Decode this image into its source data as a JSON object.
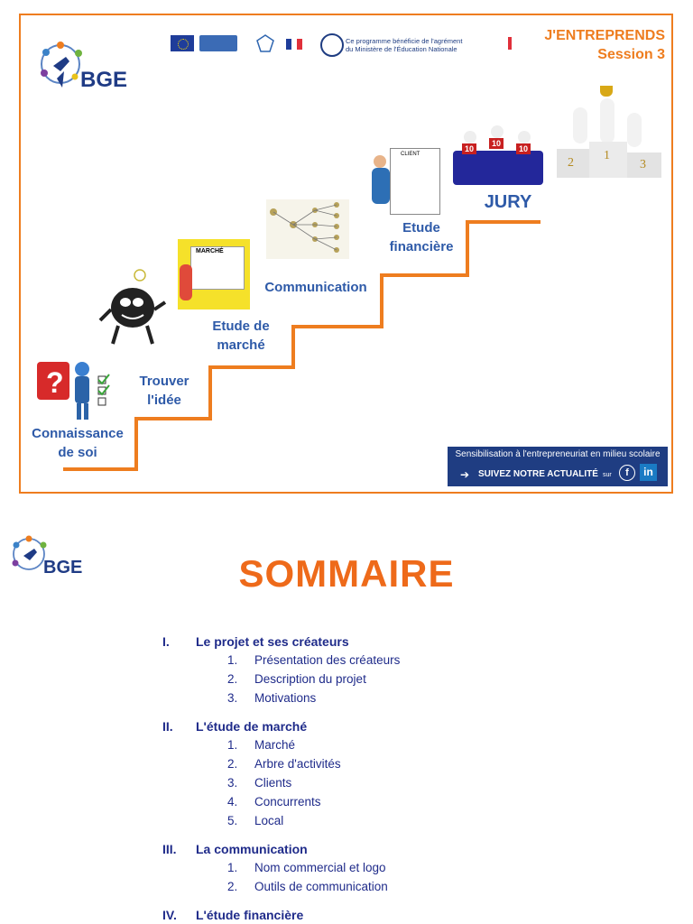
{
  "header": {
    "brand": "BGE",
    "program_line1": "Ce programme bénéficie de l'agrément",
    "program_line2": "du Ministère de l'Éducation Nationale",
    "title_line1": "J'ENTREPRENDS",
    "title_line2": "Session 3"
  },
  "steps": [
    {
      "label": "Connaissance de soi"
    },
    {
      "label": "Trouver l'idée"
    },
    {
      "label": "Etude de marché"
    },
    {
      "label": "Communication"
    },
    {
      "label": "Etude financière"
    },
    {
      "label": "JURY"
    }
  ],
  "illustrations": {
    "marche_sign": "MARCHÉ",
    "client_sign": "CLIENT",
    "jury_scores": [
      "10",
      "10",
      "10"
    ],
    "podium": [
      "2",
      "1",
      "3"
    ]
  },
  "badge": {
    "line1": "Sensibilisation à l'entrepreneuriat en milieu scolaire",
    "line2": "SUIVEZ NOTRE ACTUALITÉ",
    "sur": "sur",
    "facebook": "f",
    "linkedin": "in"
  },
  "doc": {
    "brand": "BGE",
    "title": "SOMMAIRE"
  },
  "toc": [
    {
      "num": "I.",
      "title": "Le projet et ses créateurs",
      "items": [
        {
          "num": "1.",
          "label": "Présentation des créateurs"
        },
        {
          "num": "2.",
          "label": "Description du projet"
        },
        {
          "num": "3.",
          "label": "Motivations"
        }
      ]
    },
    {
      "num": "II.",
      "title": "L'étude de marché",
      "items": [
        {
          "num": "1.",
          "label": "Marché"
        },
        {
          "num": "2.",
          "label": "Arbre d'activités"
        },
        {
          "num": "3.",
          "label": "Clients"
        },
        {
          "num": "4.",
          "label": "Concurrents"
        },
        {
          "num": "5.",
          "label": "Local"
        }
      ]
    },
    {
      "num": "III.",
      "title": "La communication",
      "items": [
        {
          "num": "1.",
          "label": "Nom commercial et logo"
        },
        {
          "num": "2.",
          "label": "Outils de communication"
        }
      ]
    },
    {
      "num": "IV.",
      "title": "L'étude financière",
      "items": []
    }
  ]
}
